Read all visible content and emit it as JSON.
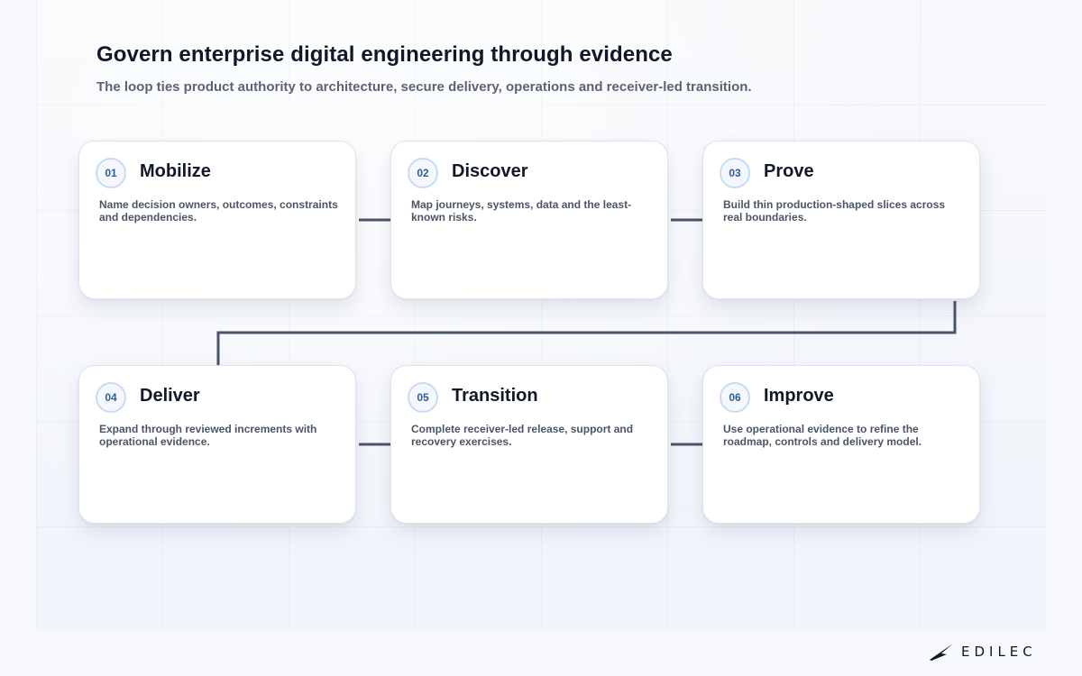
{
  "header": {
    "title": "Govern enterprise digital engineering through evidence",
    "subtitle": "The loop ties product authority to architecture, secure delivery, operations and receiver-led transition."
  },
  "steps": [
    {
      "number": "01",
      "title": "Mobilize",
      "description": "Name decision owners, outcomes, constraints and dependencies."
    },
    {
      "number": "02",
      "title": "Discover",
      "description": "Map journeys, systems, data and the least-known risks."
    },
    {
      "number": "03",
      "title": "Prove",
      "description": "Build thin production-shaped slices across real boundaries."
    },
    {
      "number": "04",
      "title": "Deliver",
      "description": "Expand through reviewed increments with operational evidence."
    },
    {
      "number": "05",
      "title": "Transition",
      "description": "Complete receiver-led release, support and recovery exercises."
    },
    {
      "number": "06",
      "title": "Improve",
      "description": "Use operational evidence to refine the roadmap, controls and delivery model."
    }
  ],
  "brand": {
    "logo_icon": "edilec-wing-icon",
    "name": "EDILEC"
  },
  "colors": {
    "connector": "#4a5568",
    "badge_text": "#2f5d95",
    "badge_border": "#c9dbf2"
  }
}
